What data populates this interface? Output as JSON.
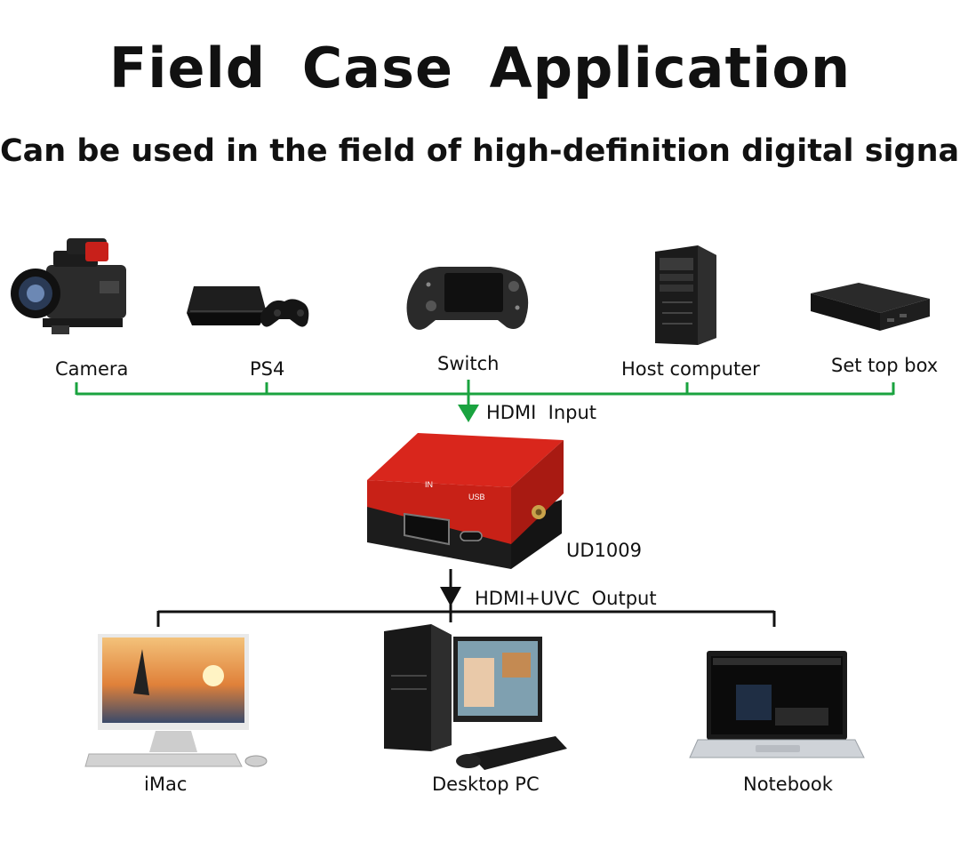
{
  "title": "Field  Case  Application",
  "subtitle": "Can be used in the field of high-definition digital signals",
  "inputs": [
    {
      "label": "Camera",
      "icon": "camera-icon"
    },
    {
      "label": "PS4",
      "icon": "ps4-console-icon"
    },
    {
      "label": "Switch",
      "icon": "switch-console-icon"
    },
    {
      "label": "Host computer",
      "icon": "host-computer-icon"
    },
    {
      "label": "Set top box",
      "icon": "set-top-box-icon"
    }
  ],
  "input_label": "HDMI  Input",
  "device": {
    "model": "UD1009",
    "port_in": "IN",
    "port_usb": "USB",
    "icon": "capture-card-icon"
  },
  "output_label": "HDMI+UVC  Output",
  "outputs": [
    {
      "label": "iMac",
      "icon": "imac-icon"
    },
    {
      "label": "Desktop PC",
      "icon": "desktop-pc-icon"
    },
    {
      "label": "Notebook",
      "icon": "notebook-icon"
    }
  ],
  "colors": {
    "input_line": "#1aa33f",
    "output_line": "#111111",
    "device_red": "#d9261c"
  }
}
